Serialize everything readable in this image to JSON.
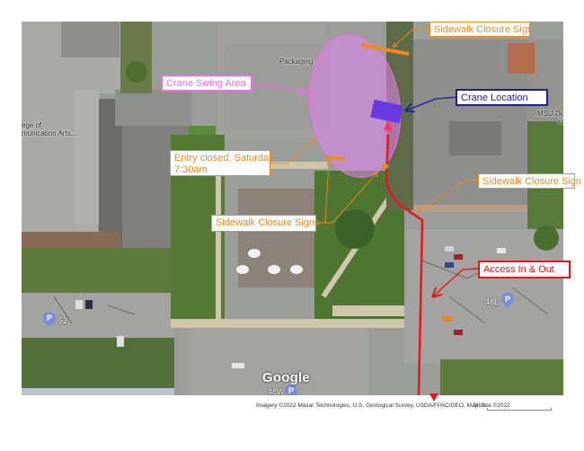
{
  "map": {
    "type": "satellite",
    "place_labels": {
      "packaging": "Packaging",
      "college_line1": "ege of",
      "college_line2": "munication Arts...",
      "msu_line1": "MSU De",
      "msu_line2": "of"
    },
    "parking": [
      {
        "icon": "P",
        "label": "52"
      },
      {
        "icon": "P",
        "label": "48E"
      },
      {
        "icon": "P",
        "label": "48W"
      }
    ],
    "logo": "Google",
    "attribution": "Imagery ©2022 Maxar Technologies, U.S. Geological Survey, USDA/FPAC/GEO, Map data ©2022",
    "scale": "50 ft"
  },
  "annotations": {
    "crane_swing_area": "Crane Swing Area",
    "crane_location": "Crane Location",
    "sidewalk_sign_top": "Sidewalk Closure Sign",
    "sidewalk_sign_right": "Sidewalk Closure Sign",
    "sidewalk_signs": "Sidewalk Closure Signs",
    "entry_closed_line1": "Entry closed: Saturday,",
    "entry_closed_line2": "7:30am",
    "access": "Access In & Out"
  },
  "colors": {
    "orange": "#f08a1c",
    "pink": "#ee6de6",
    "navy": "#1c1c9c",
    "red": "#e8161b",
    "crane": "#6a38e0"
  }
}
